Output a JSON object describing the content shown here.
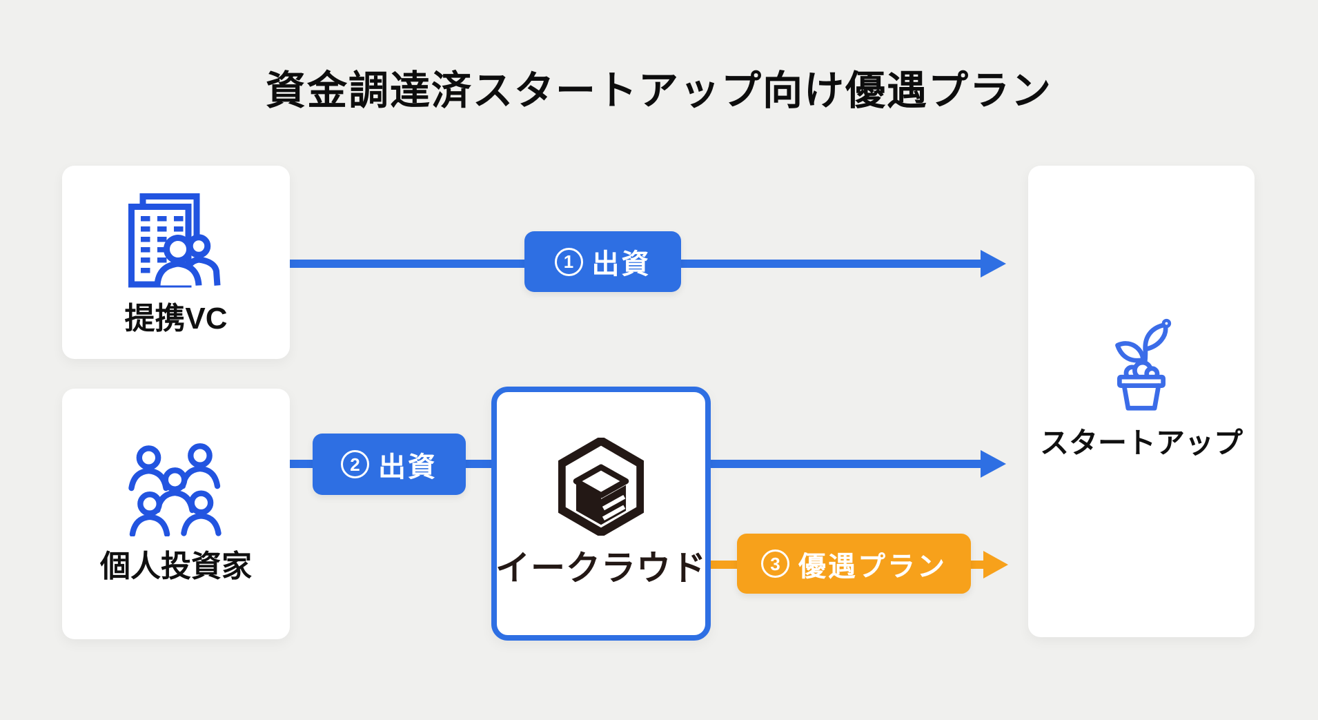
{
  "title": "資金調達済スタートアップ向け優遇プラン",
  "colors": {
    "background": "#f0f0ee",
    "card_white": "#ffffff",
    "primary_blue": "#2e6fe3",
    "icon_blue": "#2254e0",
    "sprout_blue": "#3b6ce8",
    "accent_orange": "#f7a11b",
    "text_black": "#101010",
    "logo_dark": "#231815"
  },
  "nodes": {
    "partner_vc": {
      "label": "提携VC",
      "icon": "office-building-investors-icon"
    },
    "individual_investors": {
      "label": "個人投資家",
      "icon": "crowd-people-icon"
    },
    "ecloud": {
      "label": "イークラウド",
      "icon": "ecloud-hexagon-cube-logo"
    },
    "startup": {
      "label": "スタートアップ",
      "icon": "sprout-pot-icon"
    }
  },
  "flows": [
    {
      "number": "1",
      "label": "出資",
      "from": "提携VC",
      "to": "スタートアップ",
      "color": "blue"
    },
    {
      "number": "2",
      "label": "出資",
      "from": "個人投資家",
      "to": "イークラウド",
      "color": "blue"
    },
    {
      "number": "3",
      "label": "優遇プラン",
      "from": "イークラウド",
      "to": "スタートアップ",
      "color": "orange"
    }
  ]
}
